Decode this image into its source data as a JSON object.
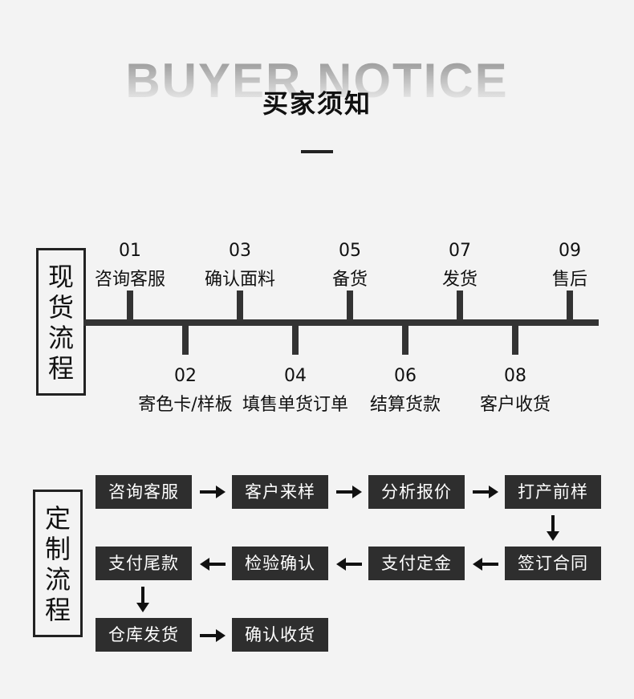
{
  "header": {
    "bg_title": "BUYER NOTICE",
    "title": "买家须知"
  },
  "stock_section": {
    "label_chars": [
      "现",
      "货",
      "流",
      "程"
    ],
    "steps_top": [
      {
        "num": "01",
        "label": "咨询客服"
      },
      {
        "num": "03",
        "label": "确认面料"
      },
      {
        "num": "05",
        "label": "备货"
      },
      {
        "num": "07",
        "label": "发货"
      },
      {
        "num": "09",
        "label": "售后"
      }
    ],
    "steps_bottom": [
      {
        "num": "02",
        "label": "寄色卡/样板"
      },
      {
        "num": "04",
        "label": "填售单货订单"
      },
      {
        "num": "06",
        "label": "结算货款"
      },
      {
        "num": "08",
        "label": "客户收货"
      }
    ]
  },
  "custom_section": {
    "label_chars": [
      "定",
      "制",
      "流",
      "程"
    ],
    "row1": [
      "咨询客服",
      "客户来样",
      "分析报价",
      "打产前样"
    ],
    "row2": [
      "支付尾款",
      "检验确认",
      "支付定金",
      "签订合同"
    ],
    "row3": [
      "仓库发货",
      "确认收货"
    ]
  },
  "colors": {
    "background": "#f3f3f3",
    "box": "#2e2e2e",
    "line": "#333333"
  }
}
